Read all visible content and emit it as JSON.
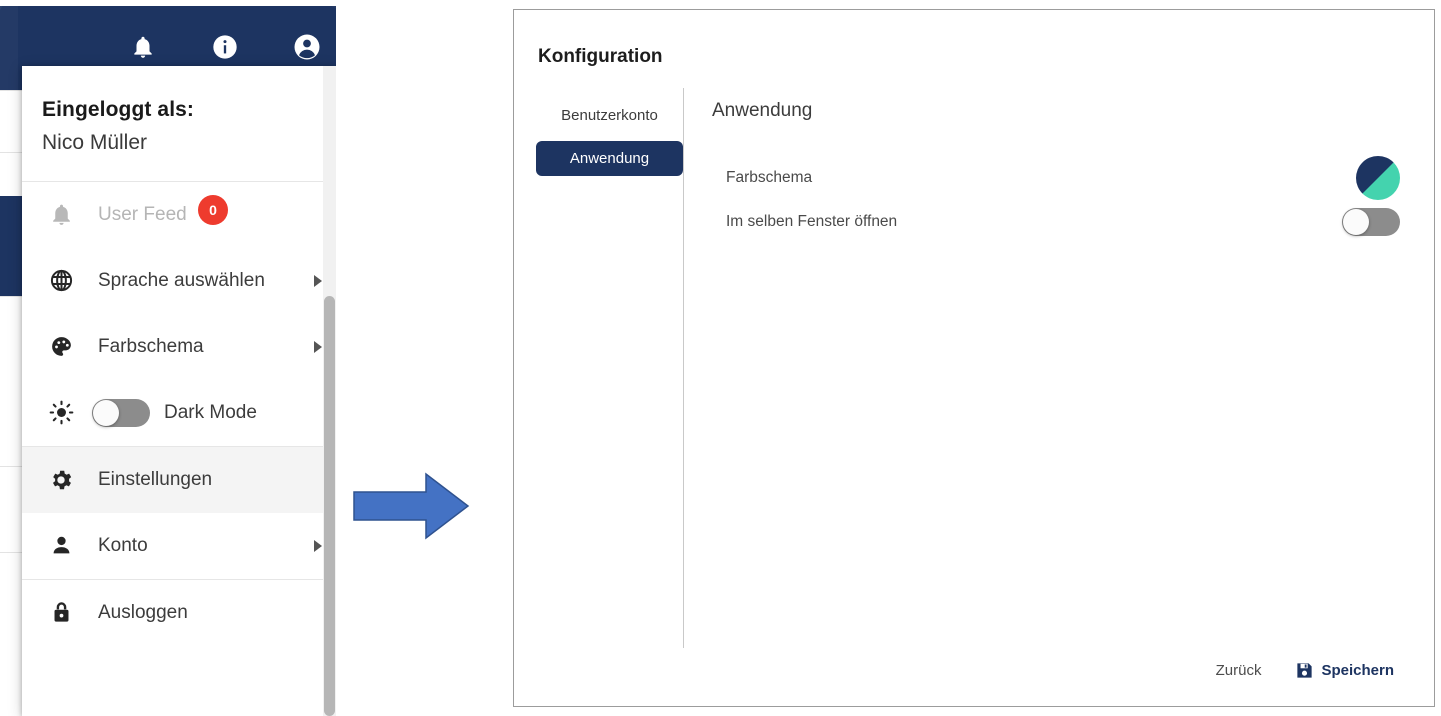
{
  "left_panel": {
    "header": {
      "icons": [
        {
          "name": "notifications-bell-icon",
          "label": "Benachrichtigungen"
        },
        {
          "name": "info-circle-icon",
          "label": "Info"
        },
        {
          "name": "account-circle-icon",
          "label": "Konto"
        }
      ]
    },
    "dropdown": {
      "logged_in_label": "Eingeloggt als:",
      "user_name": "Nico Müller",
      "items": [
        {
          "icon": "bell-icon",
          "label": "User Feed",
          "badge": "0",
          "disabled": true,
          "caret": false,
          "toggle": false
        },
        {
          "icon": "globe-icon",
          "label": "Sprache auswählen",
          "badge": null,
          "disabled": false,
          "caret": true,
          "toggle": false
        },
        {
          "icon": "palette-icon",
          "label": "Farbschema",
          "badge": null,
          "disabled": false,
          "caret": true,
          "toggle": false
        },
        {
          "icon": "sun-icon",
          "label": "Dark Mode",
          "badge": null,
          "disabled": false,
          "caret": false,
          "toggle": true,
          "toggle_on": false
        },
        {
          "icon": "gear-icon",
          "label": "Einstellungen",
          "badge": null,
          "disabled": false,
          "caret": false,
          "toggle": false,
          "hovered": true
        },
        {
          "icon": "person-icon",
          "label": "Konto",
          "badge": null,
          "disabled": false,
          "caret": true,
          "toggle": false
        },
        {
          "icon": "lock-icon",
          "label": "Ausloggen",
          "badge": null,
          "disabled": false,
          "caret": false,
          "toggle": false
        }
      ]
    }
  },
  "arrow": {
    "name": "flow-arrow-right",
    "color": "#4472C4"
  },
  "dialog": {
    "title": "Konfiguration",
    "nav": [
      {
        "label": "Benutzerkonto",
        "active": false
      },
      {
        "label": "Anwendung",
        "active": true
      }
    ],
    "main": {
      "title": "Anwendung",
      "rows": [
        {
          "label": "Farbschema",
          "control": "color-swatch",
          "swatch_colors": [
            "#1d3461",
            "#44d3ae"
          ]
        },
        {
          "label": "Im selben Fenster öffnen",
          "control": "toggle",
          "toggle_on": false
        }
      ]
    },
    "footer": {
      "back_label": "Zurück",
      "save_label": "Speichern",
      "save_icon": "save-floppy-icon"
    }
  },
  "colors": {
    "navy": "#1d3461",
    "teal": "#44d3ae",
    "badge_red": "#ee3b2e",
    "arrow_blue": "#4472C4",
    "toggle_track": "#8c8c8c"
  }
}
